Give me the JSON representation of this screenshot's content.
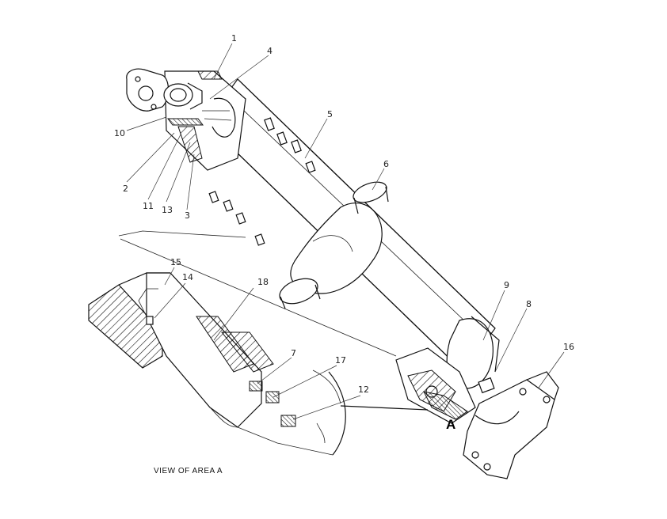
{
  "diagram": {
    "callouts": [
      {
        "id": "c1",
        "text": "1"
      },
      {
        "id": "c2",
        "text": "2"
      },
      {
        "id": "c3",
        "text": "3"
      },
      {
        "id": "c4",
        "text": "4"
      },
      {
        "id": "c5",
        "text": "5"
      },
      {
        "id": "c6",
        "text": "6"
      },
      {
        "id": "c7",
        "text": "7"
      },
      {
        "id": "c8",
        "text": "8"
      },
      {
        "id": "c9",
        "text": "9"
      },
      {
        "id": "c10",
        "text": "10"
      },
      {
        "id": "c11",
        "text": "11"
      },
      {
        "id": "c12",
        "text": "12"
      },
      {
        "id": "c13",
        "text": "13"
      },
      {
        "id": "c14",
        "text": "14"
      },
      {
        "id": "c15",
        "text": "15"
      },
      {
        "id": "c16",
        "text": "16"
      },
      {
        "id": "c17",
        "text": "17"
      },
      {
        "id": "c18",
        "text": "18"
      }
    ],
    "area_marker": "A",
    "detail_caption": "VIEW OF AREA A"
  }
}
